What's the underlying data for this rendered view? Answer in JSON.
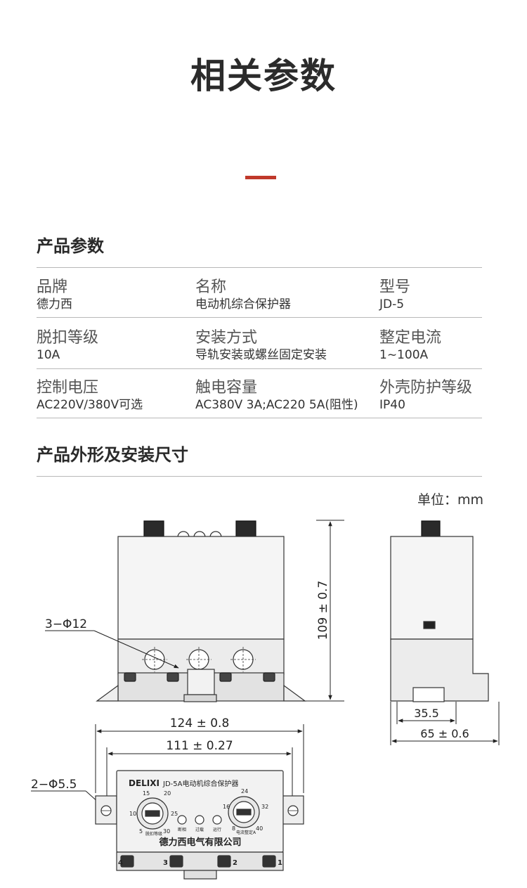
{
  "page_title": "相关参数",
  "section1": {
    "title": "产品参数"
  },
  "params": [
    [
      {
        "label": "品牌",
        "value": "德力西"
      },
      {
        "label": "名称",
        "value": "电动机综合保护器"
      },
      {
        "label": "型号",
        "value": "JD-5"
      }
    ],
    [
      {
        "label": "脱扣等级",
        "value": "10A"
      },
      {
        "label": "安装方式",
        "value": "导轨安装或螺丝固定安装"
      },
      {
        "label": "整定电流",
        "value": "1~100A"
      }
    ],
    [
      {
        "label": "控制电压",
        "value": "AC220V/380V可选"
      },
      {
        "label": "触电容量",
        "value": "AC380V 3A;AC220 5A(阻性)"
      },
      {
        "label": "外壳防护等级",
        "value": "IP40"
      }
    ]
  ],
  "section2": {
    "title": "产品外形及安装尺寸"
  },
  "unit_label": "单位：mm",
  "dims": {
    "holes": "3−Φ12",
    "height": "109 ± 0.7",
    "w_outer": "124 ± 0.8",
    "w_inner": "111 ± 0.27",
    "mount_holes": "2−Φ5.5",
    "side_inner": "35.5",
    "side_outer": "65 ± 0.6"
  },
  "device": {
    "brand": "DELIXI",
    "model": "JD-5A电动机综合保护器",
    "maker": "德力西电气有限公司",
    "dial1_marks": [
      "15",
      "20",
      "10",
      "25",
      "5",
      "30"
    ],
    "dial1_caption": "脱扣等级",
    "dial2_marks": [
      "24",
      "16",
      "32",
      "8",
      "40"
    ],
    "dial2_caption": "电流整定A",
    "leds": [
      "断相",
      "过载",
      "运行"
    ],
    "terminals": [
      "4",
      "3",
      "2",
      "1"
    ]
  }
}
